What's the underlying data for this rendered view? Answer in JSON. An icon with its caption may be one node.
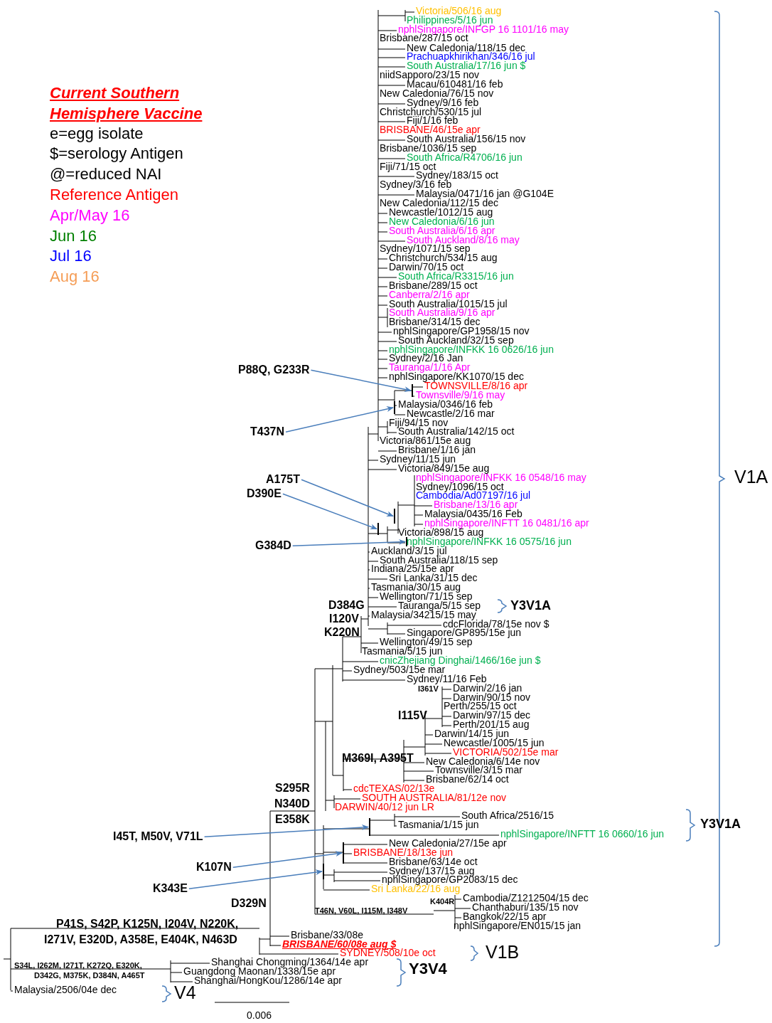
{
  "diagram": {
    "nodes": [
      {
        "text": [
          "P88Q, G233R"
        ]
      },
      {
        "text": [
          "T437N"
        ]
      },
      {
        "text": [
          "A175T"
        ]
      },
      {
        "text": [
          "D390E"
        ]
      },
      {
        "text": [
          "G384D"
        ]
      },
      {
        "text": [
          "I45T, M50V, V71L"
        ]
      },
      {
        "text": [
          "K107N"
        ]
      },
      {
        "text": [
          "K343E"
        ]
      },
      {
        "text": [],
        "shape": "bar"
      },
      {
        "text": [],
        "shape": "bar"
      },
      {
        "text": [],
        "shape": "bar"
      },
      {
        "text": [],
        "shape": "bar"
      },
      {
        "text": [],
        "shape": "bar"
      },
      {
        "text": [],
        "shape": "bar"
      },
      {
        "text": [],
        "shape": "bar"
      },
      {
        "text": [],
        "shape": "bar"
      }
    ],
    "edges": [
      {
        "from": 0,
        "to": 8,
        "arrow": "to"
      },
      {
        "from": 1,
        "to": 9,
        "arrow": "to"
      },
      {
        "from": 2,
        "to": 10,
        "arrow": "to"
      },
      {
        "from": 3,
        "to": 11,
        "arrow": "to"
      },
      {
        "from": 4,
        "to": 12,
        "arrow": "to"
      },
      {
        "from": 5,
        "to": 13,
        "arrow": "to"
      },
      {
        "from": 6,
        "to": 14,
        "arrow": "to"
      },
      {
        "from": 7,
        "to": 15,
        "arrow": "to"
      }
    ],
    "labels": [
      "Current Southern Hemisphere Vaccine",
      "e=egg isolate",
      "$=serology Antigen",
      "@=reduced NAI",
      "Victoria/506/16 aug",
      "Philippines/5/16 jun",
      "nphlSingapore/INFGP 16 1101/16 may",
      "Brisbane/287/15 oct",
      "New Caledonia/118/15 dec",
      "Prachuapkhirikhan/346/16 jul",
      "South Australia/17/16 jun $",
      "niidSapporo/23/15 nov",
      "Macau/610481/16 feb",
      "New Caledonia/76/15 nov",
      "Sydney/9/16 feb",
      "Christchurch/530/15 jul",
      "Fiji/1/16 feb",
      "BRISBANE/46/15e apr",
      "South Australia/156/15 nov",
      "Brisbane/1036/15 sep",
      "South Africa/R4706/16 jun",
      "Fiji/71/15 oct",
      "Sydney/183/15 oct",
      "Sydney/3/16 feb",
      "Malaysia/0471/16 jan @G104E",
      "New Caledonia/112/15 dec",
      "Newcastle/1012/15 aug",
      "New Caledonia/6/16 jun",
      "South Australia/6/16 apr",
      "South Auckland/8/16 may",
      "Sydney/1071/15 sep",
      "Christchurch/534/15 aug",
      "Darwin/70/15 oct",
      "South Africa/R3315/16 jun",
      "Brisbane/289/15 oct",
      "Canberra/2/16 apr",
      "South Australia/1015/15 jul",
      "South Australia/9/16 apr",
      "Brisbane/314/15 dec",
      "nphlSingapore/GP1958/15 nov",
      "South Auckland/32/15 sep",
      "nphlSingapore/INFKK 16 0626/16 jun",
      "Sydney/2/16 Jan",
      "Tauranga/1/16 Apr",
      "nphlSingapore/KK1070/15 dec",
      "TOWNSVILLE/8/16 apr",
      "Townsville/9/16 may",
      "Malaysia/0346/16 feb",
      "Newcastle/2/16 mar",
      "Fiji/94/15 nov",
      "South Australia/142/15 oct",
      "Victoria/861/15e aug",
      "Brisbane/1/16 jan",
      "Sydney/11/15 jun",
      "Victoria/849/15e aug",
      "nphlSingapore/INFKK 16 0548/16 may",
      "V1A",
      "Sydney/1096/15 oct",
      "Cambodia/Ad07197/16 jul",
      "Brisbane/13/16 apr",
      "Malaysia/0435/16 Feb",
      "nphlSingapore/INFTT 16 0481/16 apr",
      "Victoria/898/15 aug",
      "nphlSingapore/INFKK 16 0575/16 jun",
      "Auckland/3/15 jul",
      "South Australia/118/15 sep",
      "Indiana/25/15e apr",
      "Sri Lanka/31/15 dec",
      "Tasmania/30/15 aug",
      "Wellington/71/15 sep",
      "D384G",
      "Tauranga/5/15 sep",
      "Y3V1A",
      "Malaysia/34215/15 may",
      "I120V",
      "cdcFlorida/78/15e nov $",
      "K220N",
      "Singapore/GP895/15e jun",
      "Wellington/49/15 sep",
      "Tasmania/5/15 jun",
      "cnicZhejiang Dinghai/1466/16e jun $",
      "Sydney/503/15e mar",
      "Sydney/11/16 Feb",
      "I361V",
      "Darwin/2/16 jan",
      "Darwin/90/15 nov",
      "Perth/255/15 oct",
      "Darwin/97/15 dec",
      "I115V",
      "Perth/201/15 aug",
      "Darwin/14/15 jun",
      "Newcastle/1005/15 jun",
      "VICTORIA/502/15e mar",
      "M369I, A395T",
      "New Caledonia/6/14e nov",
      "Townsville/3/15 mar",
      "Brisbane/62/14 oct",
      "S295R",
      "cdcTEXAS/02/13e",
      "SOUTH AUSTRALIA/81/12e nov",
      "N340D",
      "DARWIN/40/12 jun LR",
      "South Africa/2516/15",
      "E358K",
      "Tasmania/1/15 jun",
      "Y3V1A",
      "nphlSingapore/INFTT 16 0660/16 jun",
      "New Caledonia/27/15e apr",
      "BRISBANE/18/13e jun",
      "Brisbane/63/14e oct",
      "Sydney/137/15 aug",
      "nphlSingapore/GP2083/15 dec",
      "Sri Lanka/22/16 aug",
      "Cambodia/Z1212504/15 dec",
      "K404R",
      "D329N",
      "Chanthaburi/135/15 nov",
      "T46N, V60L, I115M, I348V",
      "Bangkok/22/15 apr",
      "P41S, S42P, K125N, I204V, N220K,",
      "nphlSingapore/EN015/15 jan",
      "Brisbane/33/08e",
      "I271V, E320D, A358E, E404K, N463D",
      "BRISBANE/60/08e aug $",
      "SYDNEY/508/10e oct",
      "V1B",
      "Shanghai Chongming/1364/14e apr",
      "S34L, I262M, I271T, K272Q, E320K,",
      "Y3V4",
      "Guangdong Maonan/1338/15e apr",
      "D342G, M375K, D384N, A465T",
      "Shanghai/HongKou/1286/14e apr",
      "Malaysia/2506/04e dec",
      "V4",
      "0.006"
    ],
    "legend": [
      {
        "text": "Reference Antigen",
        "color": "#ff0000"
      },
      {
        "text": "Apr/May 16",
        "color": "#ff00ff"
      },
      {
        "text": "Jun 16",
        "color": "#008000"
      },
      {
        "text": "Jul 16",
        "color": "#0000ff"
      },
      {
        "text": "Aug 16",
        "color": "#f59d56"
      }
    ]
  }
}
